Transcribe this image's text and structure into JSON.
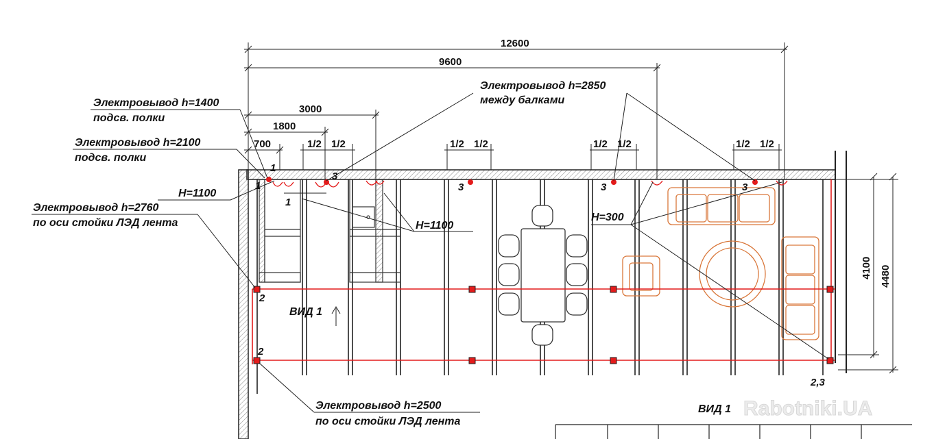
{
  "dimensions": {
    "d12600": "12600",
    "d9600": "9600",
    "d3000": "3000",
    "d1800": "1800",
    "d700": "700",
    "half": "1/2",
    "d4100": "4100",
    "d4480": "4480"
  },
  "callouts": {
    "e2850_line1": "Электровывод h=2850",
    "e2850_line2": "между балками",
    "e1400_line1": "Электровывод h=1400",
    "e1400_line2": "подсв. полки",
    "e2100_line1": "Электровывод h=2100",
    "e2100_line2": "подсв. полки",
    "h1100_left": "H=1100",
    "e2760_line1": "Электровывод h=2760",
    "e2760_line2": "по оси стойки ЛЭД лента",
    "h1100_right": "H=1100",
    "h300": "H=300",
    "e2500_line1": "Электровывод h=2500",
    "e2500_line2": "по оси стойки ЛЭД лента"
  },
  "markers": {
    "m1": "1",
    "m2": "2",
    "m3": "3",
    "m23": "2,3"
  },
  "view": {
    "label_plan": "ВИД 1",
    "label_bottom": "ВИД 1"
  },
  "watermark": "Rabotniki.UA",
  "colors": {
    "accent_red": "#e31b1b",
    "furniture_orange": "#d9773a",
    "line": "#222222"
  }
}
